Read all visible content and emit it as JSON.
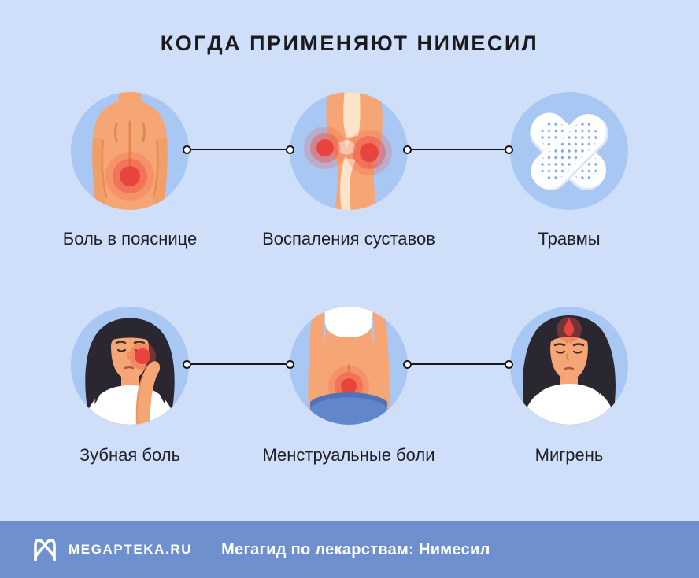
{
  "title": "КОГДА ПРИМЕНЯЮТ НИМЕСИЛ",
  "cards": [
    {
      "label": "Боль в пояснице",
      "icon": "back-pain-icon"
    },
    {
      "label": "Воспаления суставов",
      "icon": "joint-inflammation-icon"
    },
    {
      "label": "Травмы",
      "icon": "injuries-plasters-icon"
    },
    {
      "label": "Зубная боль",
      "icon": "tooth-pain-icon"
    },
    {
      "label": "Менструальные боли",
      "icon": "menstrual-pain-icon"
    },
    {
      "label": "Мигрень",
      "icon": "migraine-icon"
    }
  ],
  "footer": {
    "brand": "MEGAPTEKA.RU",
    "caption": "Мегагид по лекарствам: Нимесил"
  },
  "colors": {
    "background": "#cfdef9",
    "illustration_circle": "#a9c7f3",
    "footer_bar": "#6f90cf",
    "pain_red": "#e8443e",
    "skin": "#f5a674",
    "hair": "#2a2731",
    "jeans_blue": "#6286c9",
    "text_dark": "#1b1b1e",
    "text_light": "#ffffff"
  }
}
